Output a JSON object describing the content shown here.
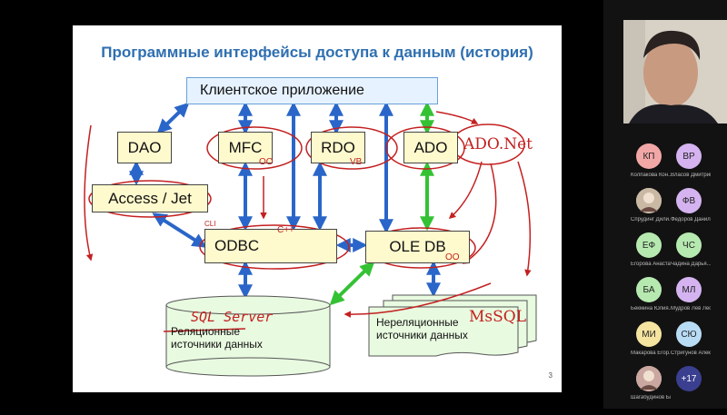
{
  "slide": {
    "title": "Программные интерфейсы доступа к данным (история)",
    "page_number": "3",
    "client_app": "Клиентское приложение",
    "dao": "DAO",
    "mfc": "MFC",
    "rdo": "RDO",
    "ado": "ADO",
    "access_jet": "Access / Jet",
    "odbc": "ODBC",
    "oledb": "OLE DB",
    "relational_label": "Реляционные источники данных",
    "nonrelational_label": "Нереляционные источники данных",
    "annotations": {
      "ado_net": "ADO.Net",
      "sql_server": "SQL Server",
      "mssql": "MsSQL",
      "c_plus": "C++",
      "oo_mfc": "OO",
      "vb_rdo": "VB",
      "oo_oledb": "OO",
      "cli": "CLI"
    },
    "colors": {
      "title": "#2f6fb0",
      "arrow_blue": "#2a66c9",
      "arrow_green": "#34c234",
      "ink_red": "#c42020",
      "box_fill": "#fffacd"
    }
  },
  "participants": [
    {
      "initials": "КП",
      "name": "Колпакова Кон...",
      "color": "#f2a7a7",
      "type": "initials"
    },
    {
      "initials": "ВР",
      "name": "Власов Дмитрий...",
      "color": "#d4b3f0",
      "type": "initials"
    },
    {
      "initials": "",
      "name": "Спрудинг Дили...",
      "color": "#c9b8a4",
      "type": "photo",
      "icon": "avatar-photo-icon"
    },
    {
      "initials": "ФВ",
      "name": "Федоров Данила...",
      "color": "#d4b3f0",
      "type": "initials"
    },
    {
      "initials": "ЕФ",
      "name": "Егорова Анастас...",
      "color": "#b6e9b0",
      "type": "initials"
    },
    {
      "initials": "ЧС",
      "name": "Чадина Дарья...",
      "color": "#b6e9b0",
      "type": "initials"
    },
    {
      "initials": "БА",
      "name": "Бекмина Юлия...",
      "color": "#b6e9b0",
      "type": "initials"
    },
    {
      "initials": "МЛ",
      "name": "Мудров Лев Лео...",
      "color": "#d4b3f0",
      "type": "initials"
    },
    {
      "initials": "МИ",
      "name": "Макарова Егор...",
      "color": "#f5e3a0",
      "type": "initials"
    },
    {
      "initials": "СЮ",
      "name": "Стригунов Алекс...",
      "color": "#b9dcf5",
      "type": "initials"
    },
    {
      "initials": "",
      "name": "Шагабудинов Бл...",
      "color": "#caa7a0",
      "type": "photo",
      "icon": "avatar-photo-icon"
    },
    {
      "initials": "+17",
      "name": "",
      "color": "#3a3f8f",
      "type": "more"
    }
  ]
}
